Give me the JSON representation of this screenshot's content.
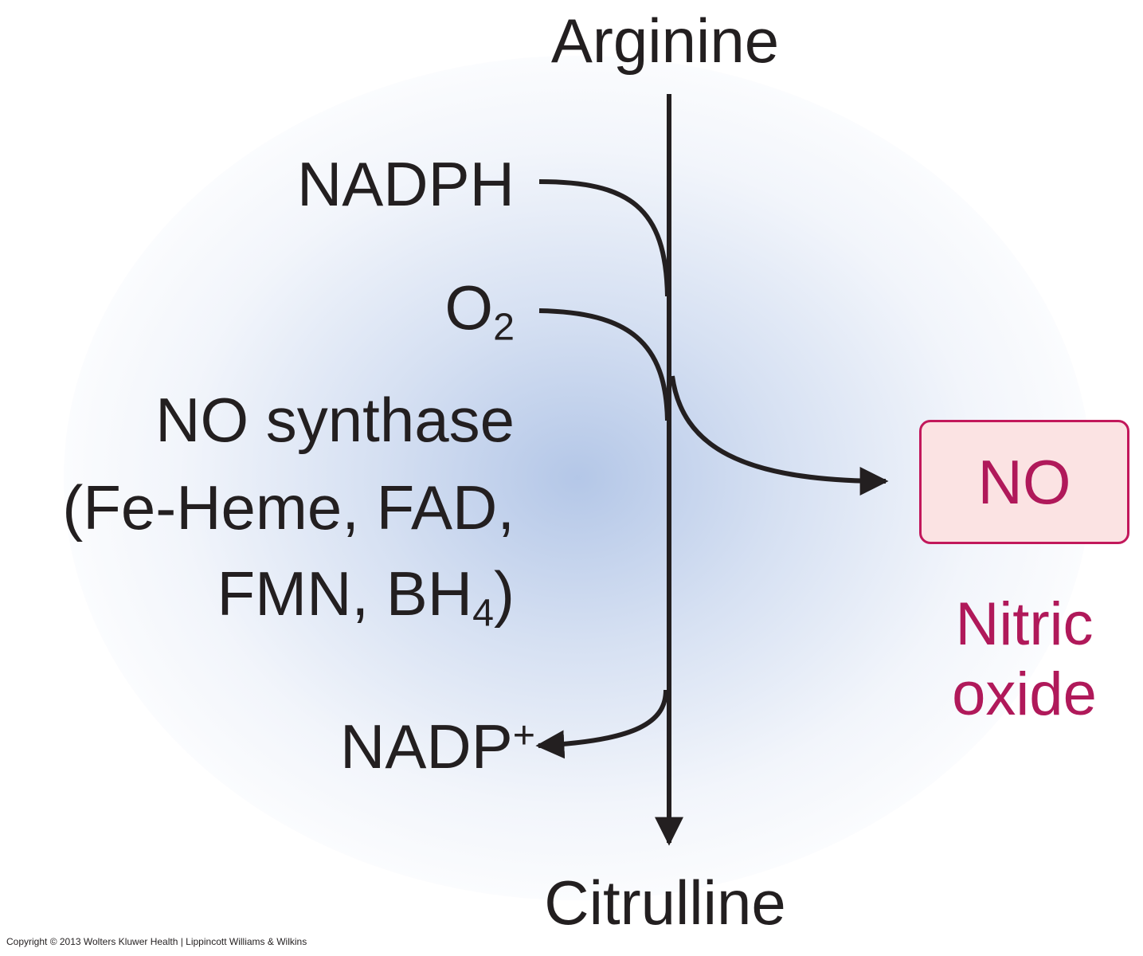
{
  "substrate": "Arginine",
  "product": "Citrulline",
  "cofactor_in": "NADPH",
  "oxygen": {
    "base": "O",
    "sub": "2"
  },
  "enzyme": {
    "line1": "NO synthase",
    "line2": "(Fe-Heme, FAD,",
    "line3_pre": "FMN, BH",
    "line3_sub": "4",
    "line3_post": ")"
  },
  "cofactor_out": {
    "base": "NADP",
    "sup": "+"
  },
  "no_box": {
    "label": "NO"
  },
  "no_name": {
    "line1": "Nitric",
    "line2": "oxide"
  },
  "copyright": "Copyright © 2013 Wolters Kluwer Health | Lippincott Williams & Wilkins",
  "colors": {
    "text": "#231f20",
    "arrow": "#231f20",
    "accent": "#b0195a",
    "box_fill": "#fbe3e3",
    "glow": "#b0c4e6"
  }
}
